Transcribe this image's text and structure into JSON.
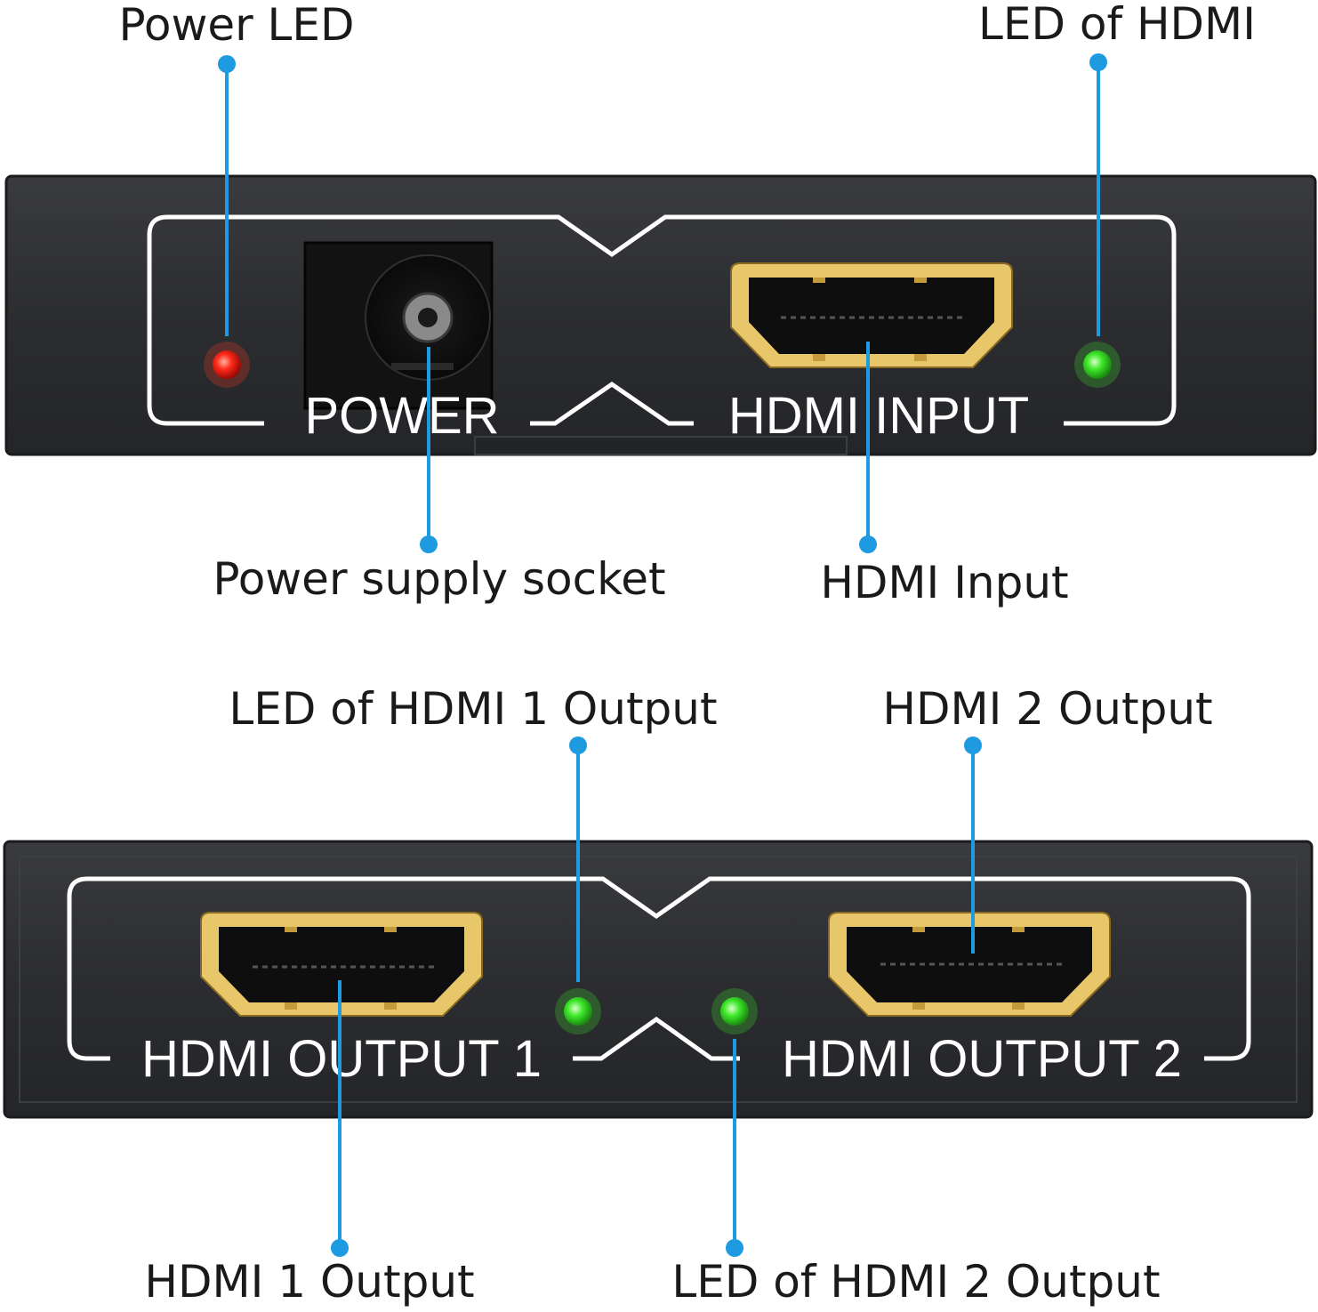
{
  "input_panel": {
    "power_label": "POWER",
    "hdmi_input_label": "HDMI INPUT"
  },
  "output_panel": {
    "output1_label": "HDMI OUTPUT 1",
    "output2_label": "HDMI OUTPUT 2"
  },
  "callouts": {
    "power_led": "Power LED",
    "led_of_hdmi": "LED of HDMI",
    "power_supply_socket": "Power supply socket",
    "hdmi_input": "HDMI Input",
    "led_hdmi1_output": "LED of HDMI 1 Output",
    "hdmi2_output": "HDMI 2 Output",
    "hdmi1_output": "HDMI 1 Output",
    "led_hdmi2_output": "LED of HDMI 2 Output"
  },
  "colors": {
    "leader": "#1e9be0",
    "led_red": "#ff2a1a",
    "led_green": "#3ee82a",
    "port_gold": "#e8c66a",
    "case": "#2d2e30"
  }
}
